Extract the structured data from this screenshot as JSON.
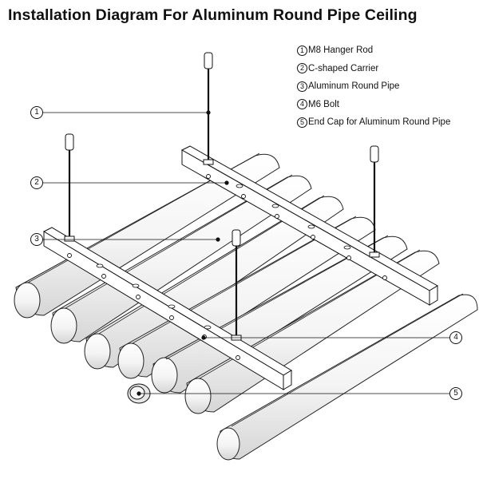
{
  "title": "Installation Diagram For Aluminum Round Pipe Ceiling",
  "legend": [
    {
      "num": "1",
      "label": "M8 Hanger Rod"
    },
    {
      "num": "2",
      "label": "C-shaped Carrier"
    },
    {
      "num": "3",
      "label": "Aluminum Round Pipe"
    },
    {
      "num": "4",
      "label": "M6 Bolt"
    },
    {
      "num": "5",
      "label": "End Cap for Aluminum Round Pipe"
    }
  ],
  "callouts": {
    "c1": "1",
    "c2": "2",
    "c3": "3",
    "c4": "4",
    "c5": "5"
  }
}
